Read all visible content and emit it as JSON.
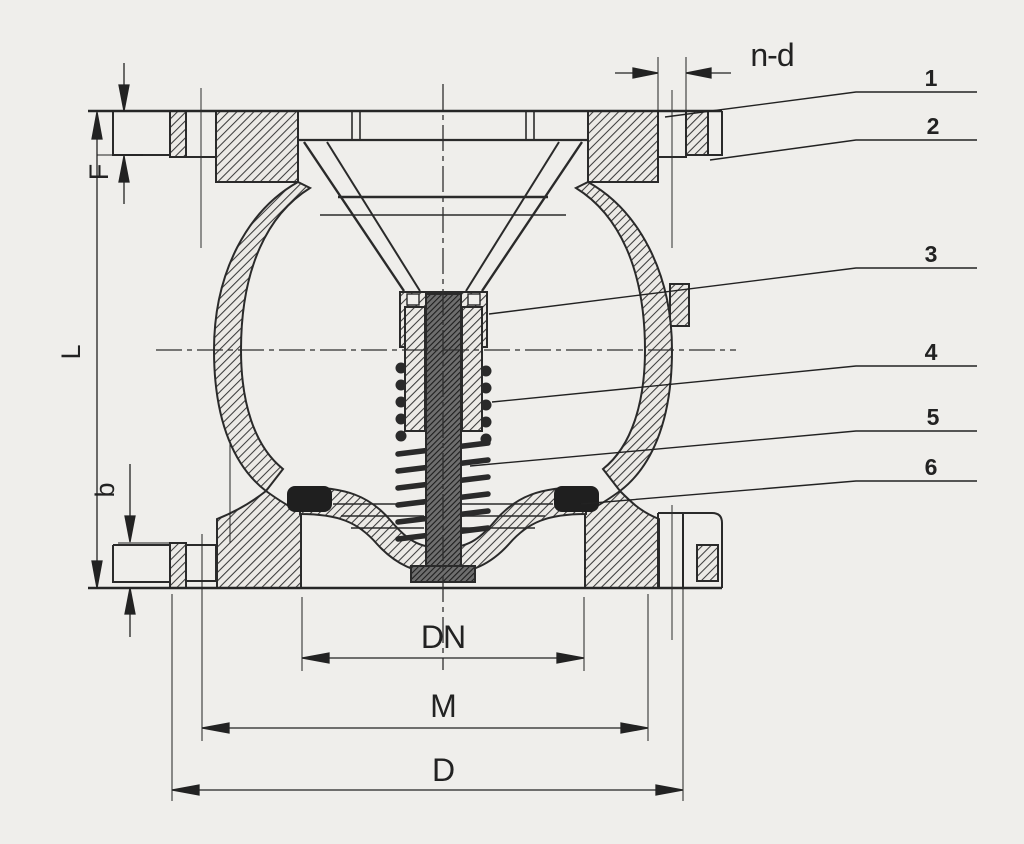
{
  "drawing": {
    "colors": {
      "background": "#efeeeb",
      "ink": "#262626",
      "hatch": "#3c3c3c"
    },
    "dimensions": {
      "n_d": "n-d",
      "f": "F",
      "l": "L",
      "b": "b",
      "dn": "DN",
      "m": "M",
      "d": "D"
    },
    "callouts": [
      "1",
      "2",
      "3",
      "4",
      "5",
      "6"
    ]
  }
}
